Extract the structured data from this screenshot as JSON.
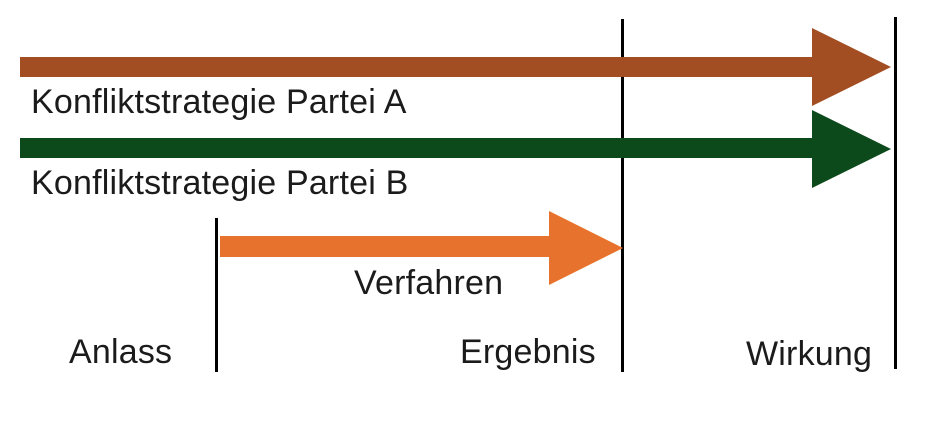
{
  "diagram": {
    "type": "timeline-arrow-diagram",
    "arrows": [
      {
        "label": "Konfliktstrategie Partei A",
        "color": "#a34d22",
        "start": "before Anlass",
        "end": "Wirkung"
      },
      {
        "label": "Konfliktstrategie Partei B",
        "color": "#0c4a1c",
        "start": "before Anlass",
        "end": "Wirkung"
      },
      {
        "label": "Verfahren",
        "color": "#e7722d",
        "start": "Anlass",
        "end": "Ergebnis"
      }
    ],
    "milestones": [
      {
        "label": "Anlass"
      },
      {
        "label": "Ergebnis"
      },
      {
        "label": "Wirkung"
      }
    ]
  },
  "colors": {
    "arrow-a": "#a34d22",
    "arrow-b": "#0c4a1c",
    "arrow-verfahren": "#e7722d",
    "line": "#000000",
    "text": "#1b1b1b",
    "background": "#ffffff"
  }
}
